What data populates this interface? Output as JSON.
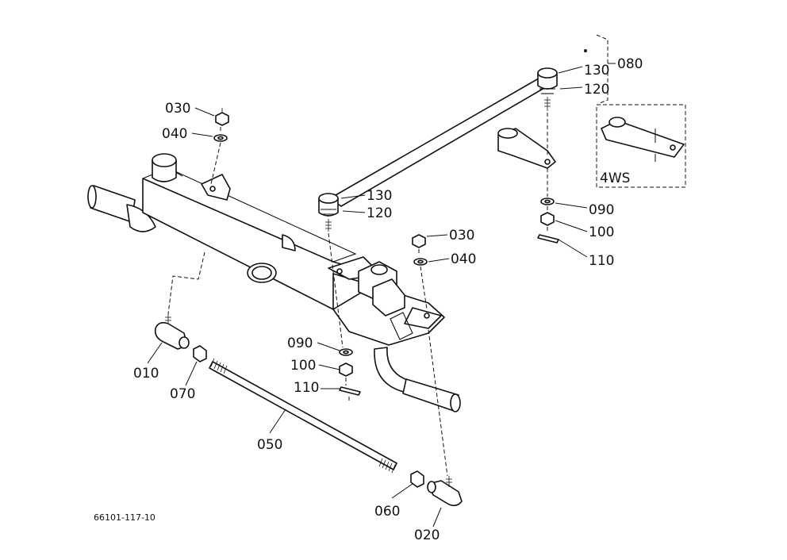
{
  "labels": {
    "p010": "010",
    "p020": "020",
    "p030_left": "030",
    "p030_center": "030",
    "p040_left": "040",
    "p040_center": "040",
    "p050": "050",
    "p060": "060",
    "p070": "070",
    "p080": "080",
    "p090_center": "090",
    "p090_right": "090",
    "p100_center": "100",
    "p100_right": "100",
    "p110_center": "110",
    "p110_right": "110",
    "p120_center": "120",
    "p120_right": "120",
    "p130_center": "130",
    "p130_right": "130"
  },
  "inset_label": "4WS",
  "drawing_code": "66101-117-10"
}
